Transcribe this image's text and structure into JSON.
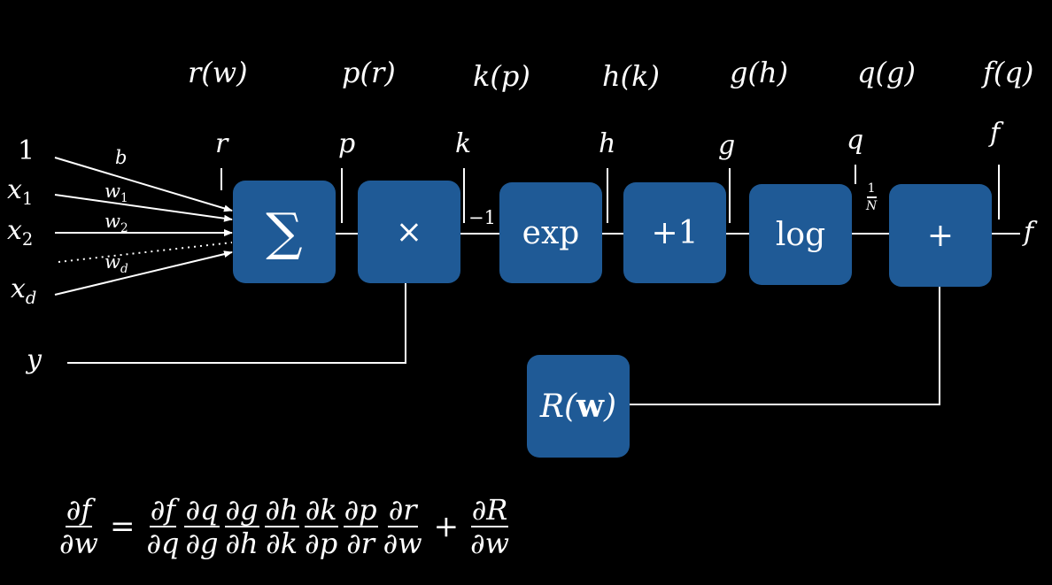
{
  "functions": [
    "r(w)",
    "p(r)",
    "k(p)",
    "h(k)",
    "g(h)",
    "q(g)",
    "f(q)"
  ],
  "variables": [
    "r",
    "p",
    "k",
    "h",
    "g",
    "q",
    "f"
  ],
  "inputs": {
    "one": "1",
    "x1": {
      "base": "x",
      "sub": "1"
    },
    "x2": {
      "base": "x",
      "sub": "2"
    },
    "xd": {
      "base": "x",
      "sub": "d"
    },
    "y": "y"
  },
  "weights": {
    "b": "b",
    "w1": {
      "base": "w",
      "sub": "1"
    },
    "w2": {
      "base": "w",
      "sub": "2"
    },
    "wd": {
      "base": "w",
      "sub": "d"
    }
  },
  "nodes": {
    "sum": "∑",
    "mul": "×",
    "exp": "exp",
    "plus_one": "+1",
    "log": "log",
    "add": "+",
    "reg": {
      "base": "R(",
      "bold": "w",
      "close": ")"
    }
  },
  "edge_labels": {
    "neg_one": "−1",
    "inv_n": {
      "num": "1",
      "den": "N"
    },
    "output": "f"
  },
  "equation": {
    "lhs": {
      "num": "∂f",
      "den": "∂w"
    },
    "equals": "=",
    "chain": [
      {
        "num": "∂f",
        "den": "∂q"
      },
      {
        "num": "∂q",
        "den": "∂g"
      },
      {
        "num": "∂g",
        "den": "∂h"
      },
      {
        "num": "∂h",
        "den": "∂k"
      },
      {
        "num": "∂k",
        "den": "∂p"
      },
      {
        "num": "∂p",
        "den": "∂r"
      },
      {
        "num": "∂r",
        "den": "∂w"
      }
    ],
    "plus": "+",
    "reg_term": {
      "num": "∂R",
      "den": "∂w"
    }
  }
}
